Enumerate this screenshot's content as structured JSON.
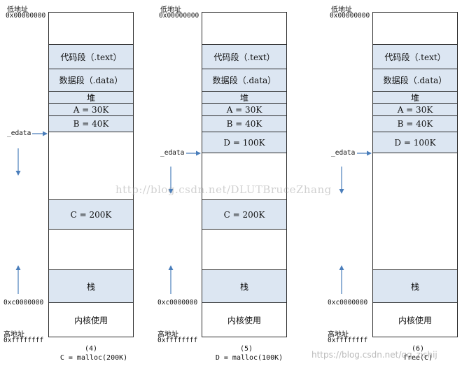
{
  "common": {
    "low_addr_label": "低地址",
    "low_addr_value": "0x00000000",
    "high_addr_label": "高地址",
    "high_addr_value": "0xffffffff",
    "kernel_start_value": "0xc0000000",
    "edata_label": "_edata",
    "seg_text": "代码段（.text）",
    "seg_data": "数据段（.data）",
    "seg_heap": "堆",
    "seg_a": "A = 30K",
    "seg_b": "B = 40K",
    "seg_stack": "栈",
    "seg_kernel": "内核使用"
  },
  "panels": [
    {
      "step": "(4)",
      "op": "C = malloc(200K)",
      "seg_mid": "C = 200K"
    },
    {
      "step": "(5)",
      "op": "D = malloc(100K)",
      "seg_d": "D = 100K",
      "seg_mid": "C = 200K"
    },
    {
      "step": "(6)",
      "op": "free(C)",
      "seg_d": "D = 100K"
    }
  ],
  "watermark": "http://blog.csdn.net/DLUTBruceZhang",
  "watermark_bottom": "https://blog.csdn.net/qq_zishij",
  "colors": {
    "segment_fill": "#dce6f2",
    "border": "#2b2b2b",
    "arrow": "#4a7ebb"
  }
}
